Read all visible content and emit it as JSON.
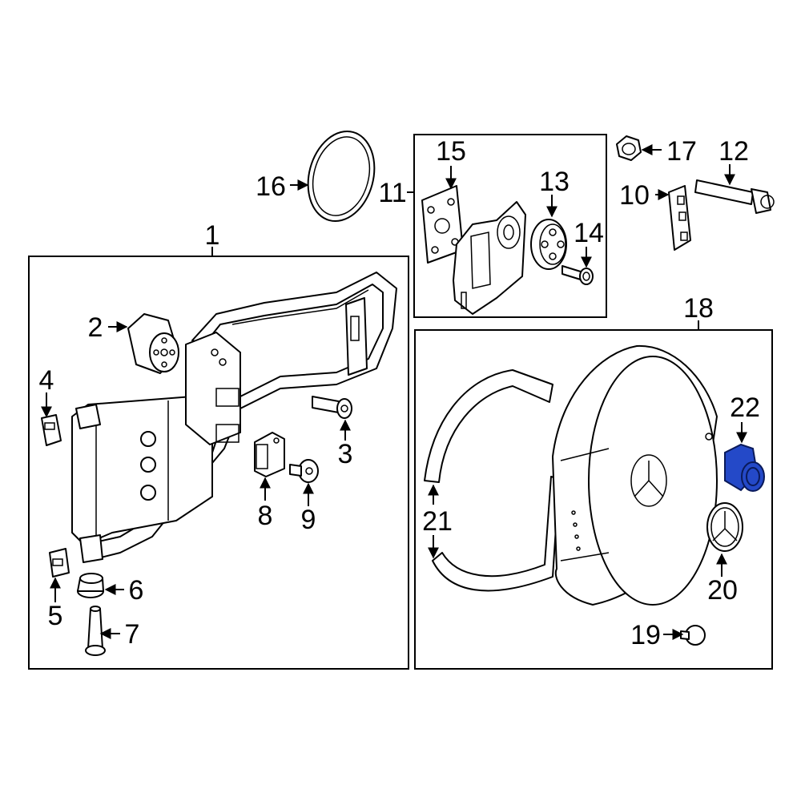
{
  "callouts": {
    "n1": "1",
    "n2": "2",
    "n3": "3",
    "n4": "4",
    "n5": "5",
    "n6": "6",
    "n7": "7",
    "n8": "8",
    "n9": "9",
    "n10": "10",
    "n11": "11",
    "n12": "12",
    "n13": "13",
    "n14": "14",
    "n15": "15",
    "n16": "16",
    "n17": "17",
    "n18": "18",
    "n19": "19",
    "n20": "20",
    "n21": "21",
    "n22": "22"
  },
  "colors": {
    "line": "#000000",
    "background": "#ffffff",
    "highlight_part": "#2449c8"
  },
  "highlighted_part": "22"
}
